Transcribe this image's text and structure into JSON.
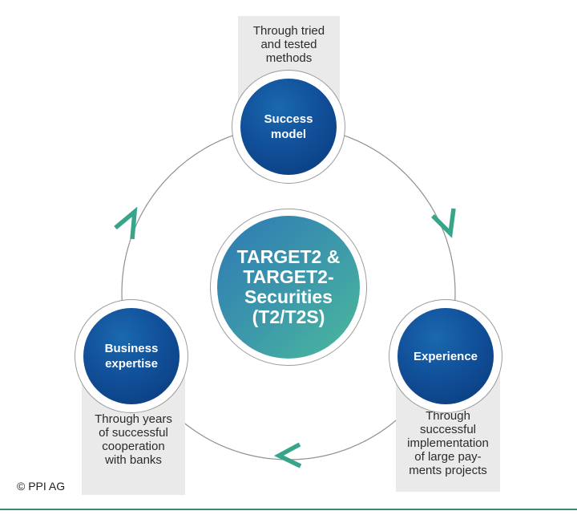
{
  "diagram": {
    "title_circle": {
      "lines": [
        "TARGET2 &",
        "TARGET2-",
        "Securities",
        "(T2/T2S)"
      ]
    },
    "nodes": {
      "top": {
        "label": [
          "Success",
          "model"
        ],
        "note": [
          "Through tried",
          "and tested",
          "methods"
        ]
      },
      "left": {
        "label": [
          "Business",
          "expertise"
        ],
        "note": [
          "Through years",
          "of successful",
          "cooperation",
          "with banks"
        ]
      },
      "right": {
        "label": [
          "Experience"
        ],
        "note": [
          "Through",
          "successful",
          "implementation",
          "of large pay-",
          "ments projects"
        ]
      }
    },
    "cycle": {
      "direction": "clockwise",
      "arrow_color": "#38a58b",
      "ring_color": "#8f8f8f"
    },
    "colors": {
      "node_blue_light": "#1a69ae",
      "node_blue_dark": "#0a3a7a",
      "center_gradient_blue": "#2e79b5",
      "center_gradient_teal": "#4cba9c",
      "note_background": "#eaeaea",
      "accent_bar": "#3f8576"
    },
    "footer": {
      "copyright": "© PPI AG"
    }
  }
}
